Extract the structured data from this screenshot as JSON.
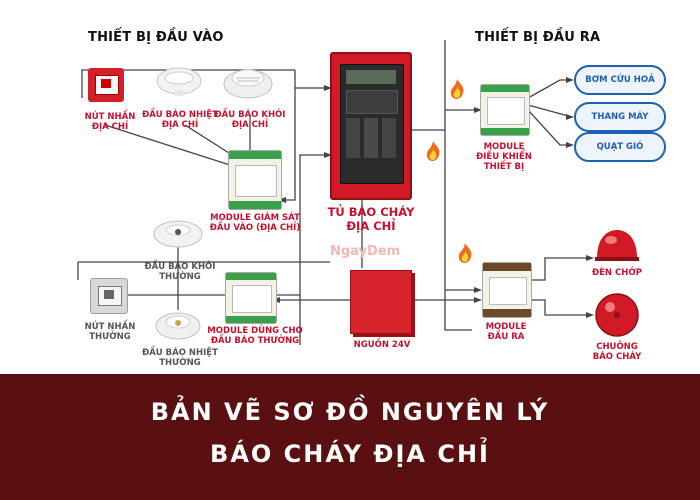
{
  "headers": {
    "input_devices": "THIẾT BỊ ĐẦU VÀO",
    "output_devices": "THIẾT BỊ ĐẦU RA"
  },
  "inputs": {
    "manual_call_point_addressable": "NÚT NHẤN\nĐỊA CHỈ",
    "heat_detector_addressable": "ĐẦU BÁO NHIỆT\nĐỊA CHỈ",
    "smoke_detector_addressable": "ĐẦU BÁO KHÓI\nĐỊA CHỈ",
    "monitor_module": "MODULE GIÁM SÁT\nĐẦU VÀO (ĐỊA CHỈ)",
    "smoke_detector_conventional": "ĐẦU BÁO KHÓI\nTHƯỜNG",
    "manual_call_point_conventional": "NÚT NHẤN\nTHƯỜNG",
    "heat_detector_conventional": "ĐẦU BÁO NHIỆT\nTHƯỜNG",
    "conventional_module": "MODULE DÙNG CHO\nĐẦU BÁO THƯỜNG"
  },
  "center": {
    "panel_label": "TỦ BÁO CHÁY\nĐỊA CHỈ",
    "power_label": "NGUỒN 24V",
    "watermark": "NgayDem"
  },
  "outputs": {
    "control_module": "MODULE\nĐIỀU KHIỂN\nTHIẾT BỊ",
    "pill_1": "BƠM CỨU HOẢ",
    "pill_2": "THANG MÁY",
    "pill_3": "QUẠT GIÓ",
    "output_module": "MODULE\nĐẦU RA",
    "strobe": "ĐÈN CHỚP",
    "bell": "CHUÔNG\nBÁO CHÁY"
  },
  "banner": {
    "line1": "BẢN VẼ SƠ ĐỒ NGUYÊN LÝ",
    "line2": "BÁO CHÁY ĐỊA CHỈ"
  },
  "colors": {
    "wire": "#444444",
    "accent_red": "#c8102e",
    "banner_bg": "#5a1010",
    "pill_blue": "#1f5fb0"
  },
  "icons": [
    "manual-call-point-icon",
    "heat-detector-icon",
    "smoke-detector-icon",
    "module-icon",
    "fire-panel-icon",
    "power-supply-icon",
    "fire-flame-icon",
    "strobe-light-icon",
    "fire-bell-icon"
  ]
}
